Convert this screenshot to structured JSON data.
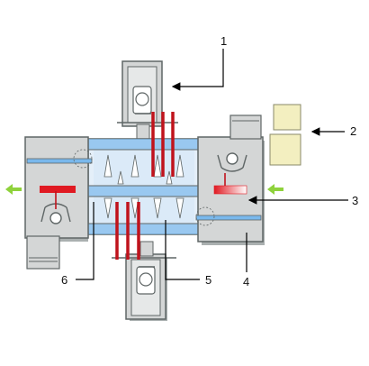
{
  "callouts": [
    "1",
    "2",
    "3",
    "4",
    "5",
    "6"
  ],
  "colors": {
    "background": "#ffffff",
    "booth_fill": "#d4d6d6",
    "booth_stroke": "#5f6666",
    "booth_shadow": "#aab0b0",
    "corridor_fill": "#dbeaf8",
    "corridor_dark": "#79b8ec",
    "duct_red": "#c0131c",
    "bar_red": "#e01a22",
    "arrow_green": "#8fd23c",
    "pad_fill": "#f3efc0",
    "leader": "#000000"
  },
  "icons": [
    "fan-unit-top",
    "fan-unit-bottom",
    "operator-left",
    "operator-right",
    "filter-pad-stack",
    "green-flow-arrow-left",
    "green-flow-arrow-right"
  ]
}
